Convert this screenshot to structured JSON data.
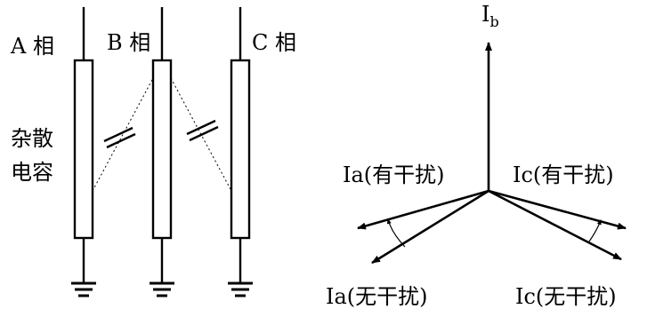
{
  "circuit": {
    "phase_a_label": "A 相",
    "phase_b_label": "B 相",
    "phase_c_label": "C 相",
    "stray_cap_line1": "杂散",
    "stray_cap_line2": "电容"
  },
  "phasor": {
    "ib_main": "I",
    "ib_sub": "b",
    "ia_disturbed": "Ia(有干扰)",
    "ic_disturbed": "Ic(有干扰)",
    "ia_clean": "Ia(无干扰)",
    "ic_clean": "Ic(无干扰)"
  }
}
